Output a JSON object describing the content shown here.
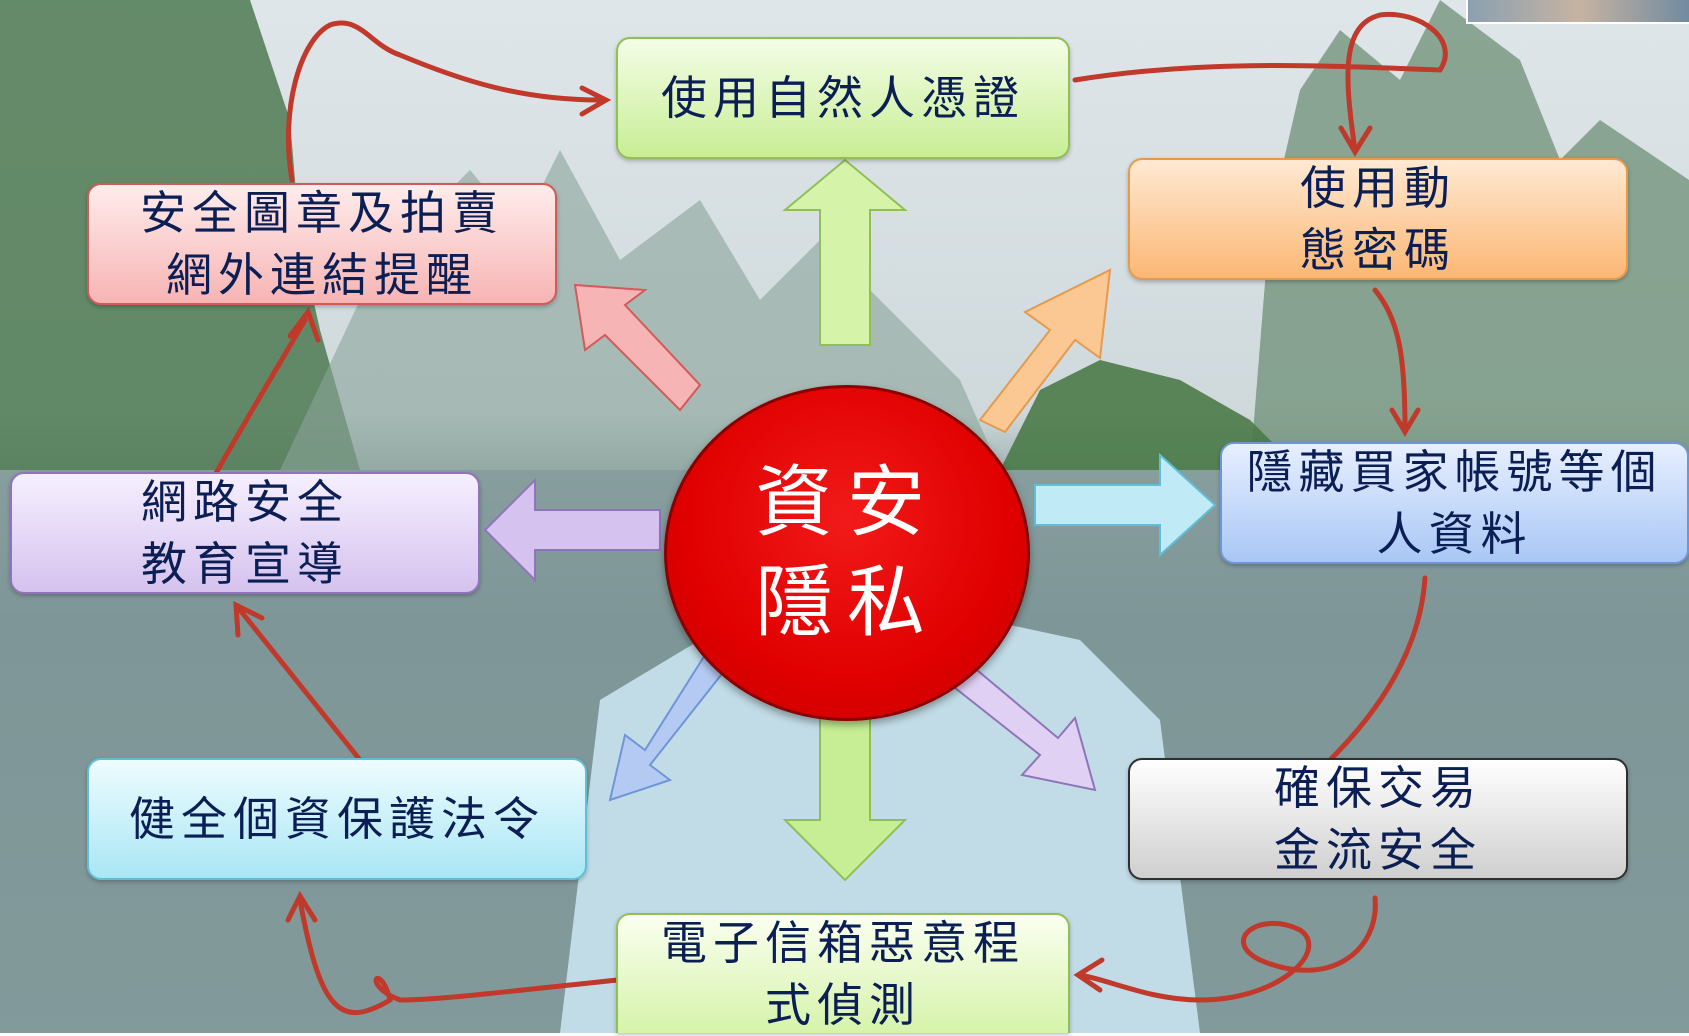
{
  "center": {
    "line1": "資安",
    "line2": "隱私"
  },
  "boxes": {
    "top": "使用自然人憑證",
    "top_right": {
      "line1": "使用動",
      "line2": "態密碼"
    },
    "right": {
      "line1": "隱藏買家帳號等個",
      "line2": "人資料"
    },
    "bottom_right": {
      "line1": "確保交易",
      "line2": "金流安全"
    },
    "bottom": {
      "line1": "電子信箱惡意程",
      "line2": "式偵測"
    },
    "bottom_left": "健全個資保護法令",
    "left": {
      "line1": "網路安全",
      "line2": "教育宣導"
    },
    "top_left": {
      "line1": "安全圖章及拍賣",
      "line2": "網外連結提醒"
    }
  },
  "colors": {
    "center": "#e00000",
    "annotation": "#c0392b",
    "green": "#c8ee95",
    "orange": "#fbb774",
    "blue": "#a9c7f5",
    "gray": "#cfcfcf",
    "cyan": "#a9e6f4",
    "purple": "#d5c2ee",
    "pink": "#f7b4b4"
  }
}
